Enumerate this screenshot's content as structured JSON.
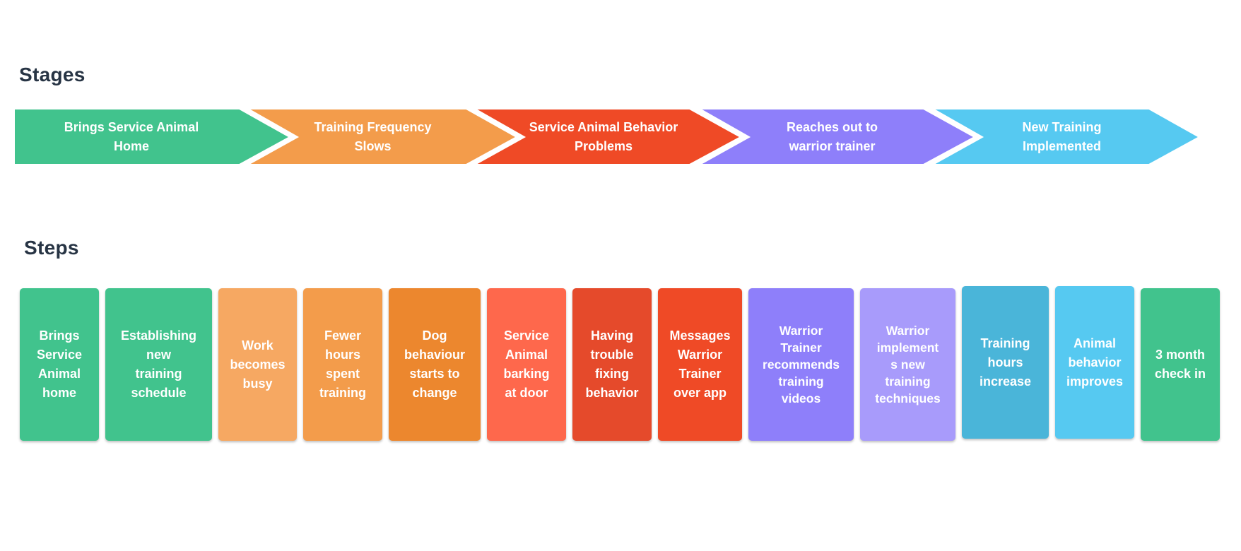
{
  "stages_title": "Stages",
  "steps_title": "Steps",
  "colors": {
    "title_text": "#273444",
    "green": "#41C38D",
    "orange": "#F39C4B",
    "red": "#EF4A26",
    "purple": "#8E7FFA",
    "blue": "#56C9F1"
  },
  "stages": [
    {
      "label": "Brings Service Animal\nHome",
      "color": "#41C38D"
    },
    {
      "label": "Training Frequency\nSlows",
      "color": "#F39C4B"
    },
    {
      "label": "Service Animal Behavior\nProblems",
      "color": "#EF4A26"
    },
    {
      "label": "Reaches out to\nwarrior trainer",
      "color": "#8E7FFA"
    },
    {
      "label": "New Training\nImplemented",
      "color": "#56C9F1"
    }
  ],
  "steps": [
    {
      "label": "Brings\nService\nAnimal\nhome",
      "color": "#41C38D"
    },
    {
      "label": "Establishing\nnew\ntraining\nschedule",
      "color": "#41C38D"
    },
    {
      "label": "Work\nbecomes\nbusy",
      "color": "#F6A862"
    },
    {
      "label": "Fewer\nhours\nspent\ntraining",
      "color": "#F39C4B"
    },
    {
      "label": "Dog\nbehaviour\nstarts to\nchange",
      "color": "#EC872E"
    },
    {
      "label": "Service\nAnimal\nbarking\nat door",
      "color": "#FE684C"
    },
    {
      "label": "Having\ntrouble\nfixing\nbehavior",
      "color": "#E54A2B"
    },
    {
      "label": "Messages\nWarrior\nTrainer\nover app",
      "color": "#EF4A26"
    },
    {
      "label": "Warrior\nTrainer\nrecommends\ntraining\nvideos",
      "color": "#8E7FFA"
    },
    {
      "label": "Warrior\nimplement\ns new\ntraining\ntechniques",
      "color": "#A89BFB"
    },
    {
      "label": "Training\nhours\nincrease",
      "color": "#4AB5D9"
    },
    {
      "label": "Animal\nbehavior\nimproves",
      "color": "#56C9F1"
    },
    {
      "label": "3 month\ncheck in",
      "color": "#41C38D"
    }
  ]
}
